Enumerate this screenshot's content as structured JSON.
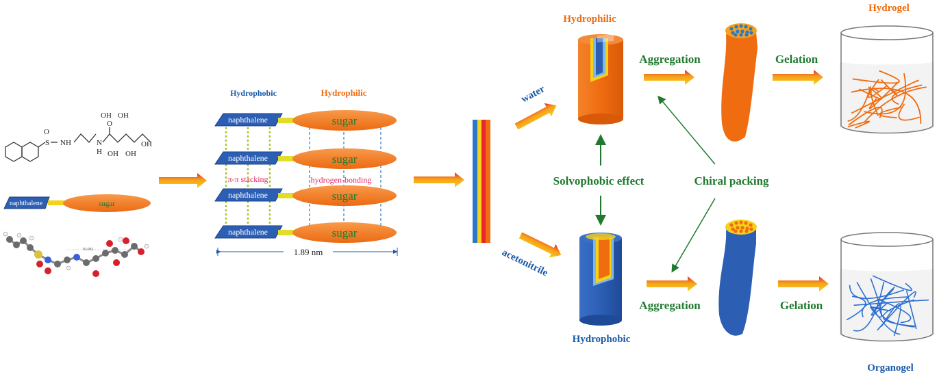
{
  "molecule": {
    "formula_labels": {
      "o_s_o": "O",
      "s": "S",
      "nh": "NH",
      "n": "N",
      "h": "H",
      "o": "O",
      "oh1": "OH",
      "oh2": "OH",
      "oh3": "OH",
      "oh4": "OH",
      "ch2oh": "OH"
    },
    "schematic": {
      "aromatic_label": "naphthalene",
      "sugar_label": "sugar"
    },
    "model_distance_label": "19.083"
  },
  "stack": {
    "hydrophobic_label": "Hydrophobic",
    "hydrophilic_label": "Hydrophilic",
    "aromatic_label": "naphthalene",
    "sugar_label": "sugar",
    "pi_stacking_label": "π-π stacking",
    "hbond_label": "hydrogen-bonding",
    "width_label": "1.89 nm"
  },
  "pathway": {
    "water_label": "water",
    "acetonitrile_label": "acetonitrile",
    "hydrophilic_label": "Hydrophilic",
    "hydrophobic_label": "Hydrophobic",
    "aggregation_label": "Aggregation",
    "gelation_label": "Gelation",
    "solvophobic_label": "Solvophobic effect",
    "chiral_label": "Chiral packing",
    "hydrogel_label": "Hydrogel",
    "organogel_label": "Organogel"
  },
  "colors": {
    "orange": "#ef6c10",
    "blue": "#2c5fb4",
    "green": "#1f7a2e",
    "red": "#e8262e",
    "yellow": "#f6d11a",
    "navy": "#1b5aa8",
    "pink": "#e3275d"
  }
}
